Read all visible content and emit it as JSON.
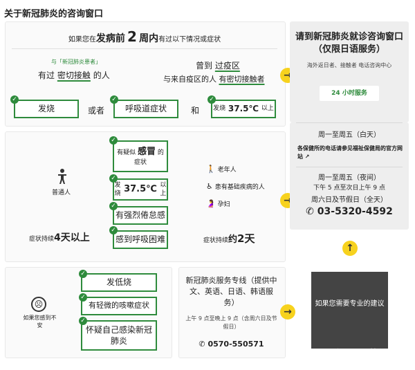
{
  "title": "关于新冠肺炎的咨询窗口",
  "top_card": {
    "header_a": "如果您在",
    "header_b": "发病前",
    "header_c": "2",
    "header_d": "周内",
    "header_e": "有过以下情况或症状",
    "left_sub": "与「新冠肺炎患者」",
    "left_a": "有过",
    "left_b": "密切接触",
    "left_c": "的人",
    "right_a": "曾到",
    "right_b": "过疫区",
    "right_c": "与来自疫区的人",
    "right_d": "有密切接触者",
    "box_fever": "发烧",
    "or_word": "或者",
    "box_resp": "呼吸道症状",
    "and_word": "和",
    "box_fever2_a": "发烧",
    "box_fever2_b": "37.5℃",
    "box_fever2_c": "以上"
  },
  "mid_card": {
    "person_label": "普通人",
    "dur_left_a": "症状持续",
    "dur_left_b": "4天以上",
    "box1_a": "有疑似",
    "box1_b": "感冒",
    "box1_c": "的症状",
    "box2_a": "发烧",
    "box2_b": "37.5℃",
    "box2_c": "以上",
    "box3": "有强烈倦怠感",
    "box4": "感到呼吸困难",
    "group1": "老年人",
    "group2": "患有基础疾病的人",
    "group3": "孕妇",
    "dur_right_a": "症状持续",
    "dur_right_b": "约",
    "dur_right_c": "2天"
  },
  "bottom_card": {
    "worry_label": "如果您感到不安",
    "box1": "发低烧",
    "box2": "有轻微的咳嗽症状",
    "box3": "怀疑自己感染新冠肺炎"
  },
  "hotline_card": {
    "title": "新冠肺炎服务专线（提供中文、英语、日语、韩语服务）",
    "hours": "上午 9 点至晚上 9 点（含周六日及节假日）",
    "phone": "0570-550571"
  },
  "dark_card": {
    "text": "如果您需要专业的建议"
  },
  "right_panel": {
    "title": "请到新冠肺炎就诊咨询窗口（仅限日语服务）",
    "sub": "海外返日者、接触者 电话咨询中心",
    "badge": "24 小时服务",
    "weekday_day": "周一至周五（白天）",
    "weekday_day_note": "各保健所的电话请参见福祉保健局的官方网站",
    "weekday_night": "周一至周五（夜间）",
    "night_hours": "下午 5 点至次日上午 9 点",
    "weekend": "周六日及节假日（全天）",
    "phone": "03-5320-4592"
  },
  "watermark": "知乎 @苏恙",
  "colors": {
    "accent_green": "#2e8b3c",
    "arrow_yellow": "#f7d21e",
    "dark_card": "#444444"
  }
}
